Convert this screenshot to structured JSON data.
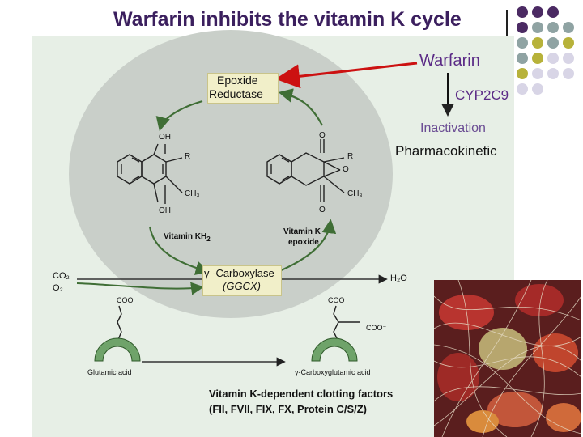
{
  "title": "Warfarin inhibits the vitamin K cycle",
  "colors": {
    "title": "#3b1f5e",
    "panel": "#e7efe6",
    "circle": "#c9cfc9",
    "arrow_red": "#cc1111",
    "arrow_green": "#3f6e35",
    "warfarin_purple": "#5b2a86",
    "inactivation_purple": "#6a4c93",
    "enzyme_green": "#6fa36a",
    "dot_purple": "#4b2a63",
    "dot_teal": "#8fa3a3",
    "dot_olive": "#b7b23a",
    "dot_lavender": "#d8d5e6"
  },
  "right_side": {
    "warfarin": "Warfarin",
    "enzyme": "CYP2C9",
    "inactivation": "Inactivation",
    "pharmacokinetic": "Pharmacokinetic"
  },
  "cycle": {
    "epoxide_reductase_line1": "Epoxide",
    "epoxide_reductase_line2": "Reductase",
    "vitamin_kh2": "Vitamin KH",
    "vitamin_kh2_sub": "2",
    "vitamin_k_epoxide_line1": "Vitamin K",
    "vitamin_k_epoxide_line2": "epoxide",
    "carboxylase_line1": "γ -Carboxylase",
    "carboxylase_line2": "(GGCX)"
  },
  "molecule_labels": {
    "oh_top": "OH",
    "oh_bottom": "OH",
    "r_left": "R",
    "ch3_left": "CH₃",
    "o_top": "O",
    "o_bottom": "O",
    "r_right": "R",
    "o_epoxide": "O",
    "ch3_right": "CH₃"
  },
  "reaction": {
    "co2": "CO₂",
    "o2": "O₂",
    "h2o": "H₂O",
    "coo_left": "COO⁻",
    "coo_right_top": "COO⁻",
    "coo_right_bottom": "COO⁻",
    "glutamic_acid": "Glutamic acid",
    "carboxyglutamic_acid": "γ-Carboxyglutamic acid"
  },
  "bottom_text": {
    "line1": "Vitamin K-dependent clotting factors",
    "line2": "(FII, FVII, FIX, FX, Protein C/S/Z)"
  }
}
